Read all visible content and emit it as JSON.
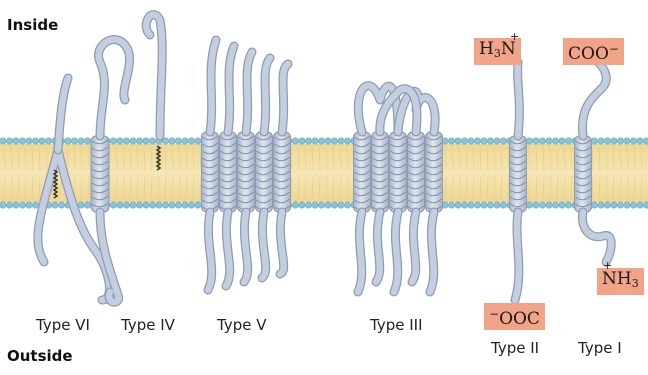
{
  "labels": {
    "inside": "Inside",
    "outside": "Outside"
  },
  "types": {
    "type_vi": "Type VI",
    "type_iv": "Type IV",
    "type_v": "Type V",
    "type_iii": "Type III",
    "type_ii": "Type II",
    "type_i": "Type I"
  },
  "termini": {
    "type_ii_inside": {
      "text": "H3N",
      "base": "H",
      "sub": "3",
      "tail": "N",
      "charge": "+"
    },
    "type_ii_outside": {
      "text": "−OOC",
      "charge": "−",
      "base": "OOC"
    },
    "type_i_inside": {
      "text": "COO−",
      "base": "COO",
      "charge": "−"
    },
    "type_i_outside": {
      "text": "NH3",
      "base": "NH",
      "sub": "3",
      "charge": "+"
    }
  },
  "colors": {
    "membrane_core": "#f3dfa0",
    "lipid_head": "#8ec3d6",
    "protein": "#c3cfe0",
    "protein_edge": "#8e9bb0",
    "terminus_box": "#f2a488",
    "anchor": "#3a3a2a"
  }
}
